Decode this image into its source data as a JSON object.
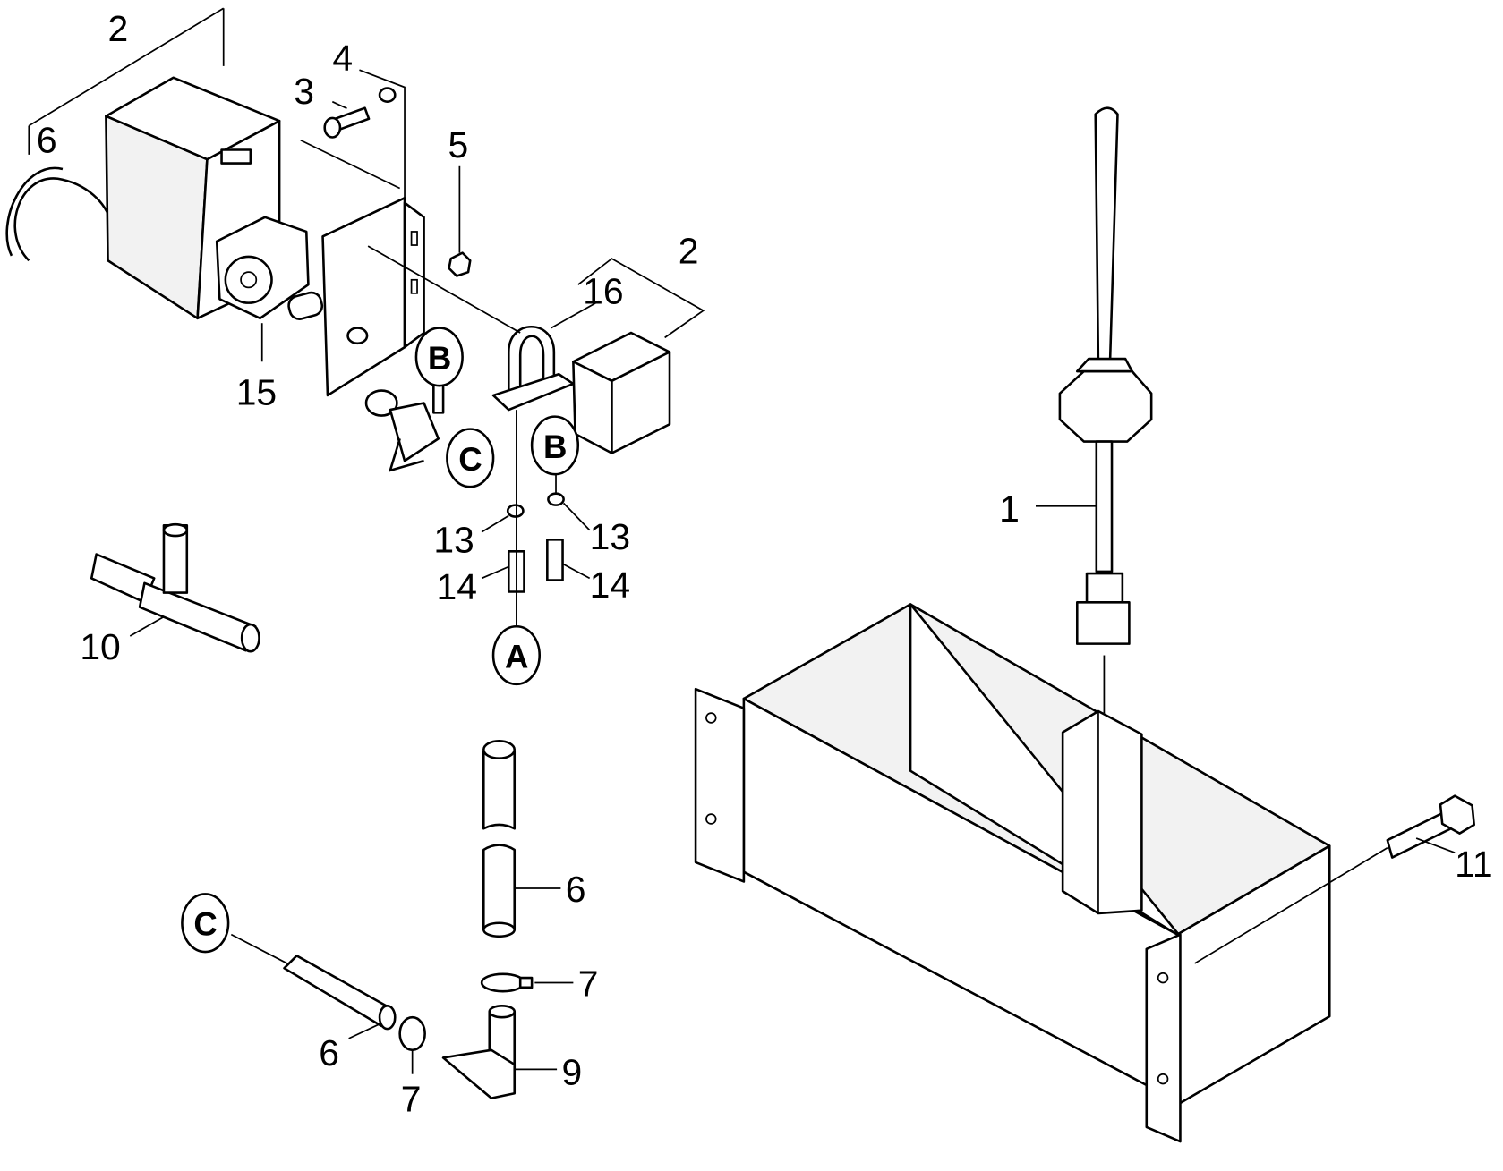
{
  "diagram": {
    "type": "exploded parts diagram",
    "callouts": [
      "2",
      "3",
      "4",
      "5",
      "6",
      "15",
      "2",
      "16",
      "13",
      "13",
      "14",
      "14",
      "10",
      "1",
      "11",
      "6",
      "7",
      "6",
      "9",
      "7"
    ],
    "connectors": [
      "B",
      "C",
      "B",
      "A",
      "C"
    ]
  }
}
